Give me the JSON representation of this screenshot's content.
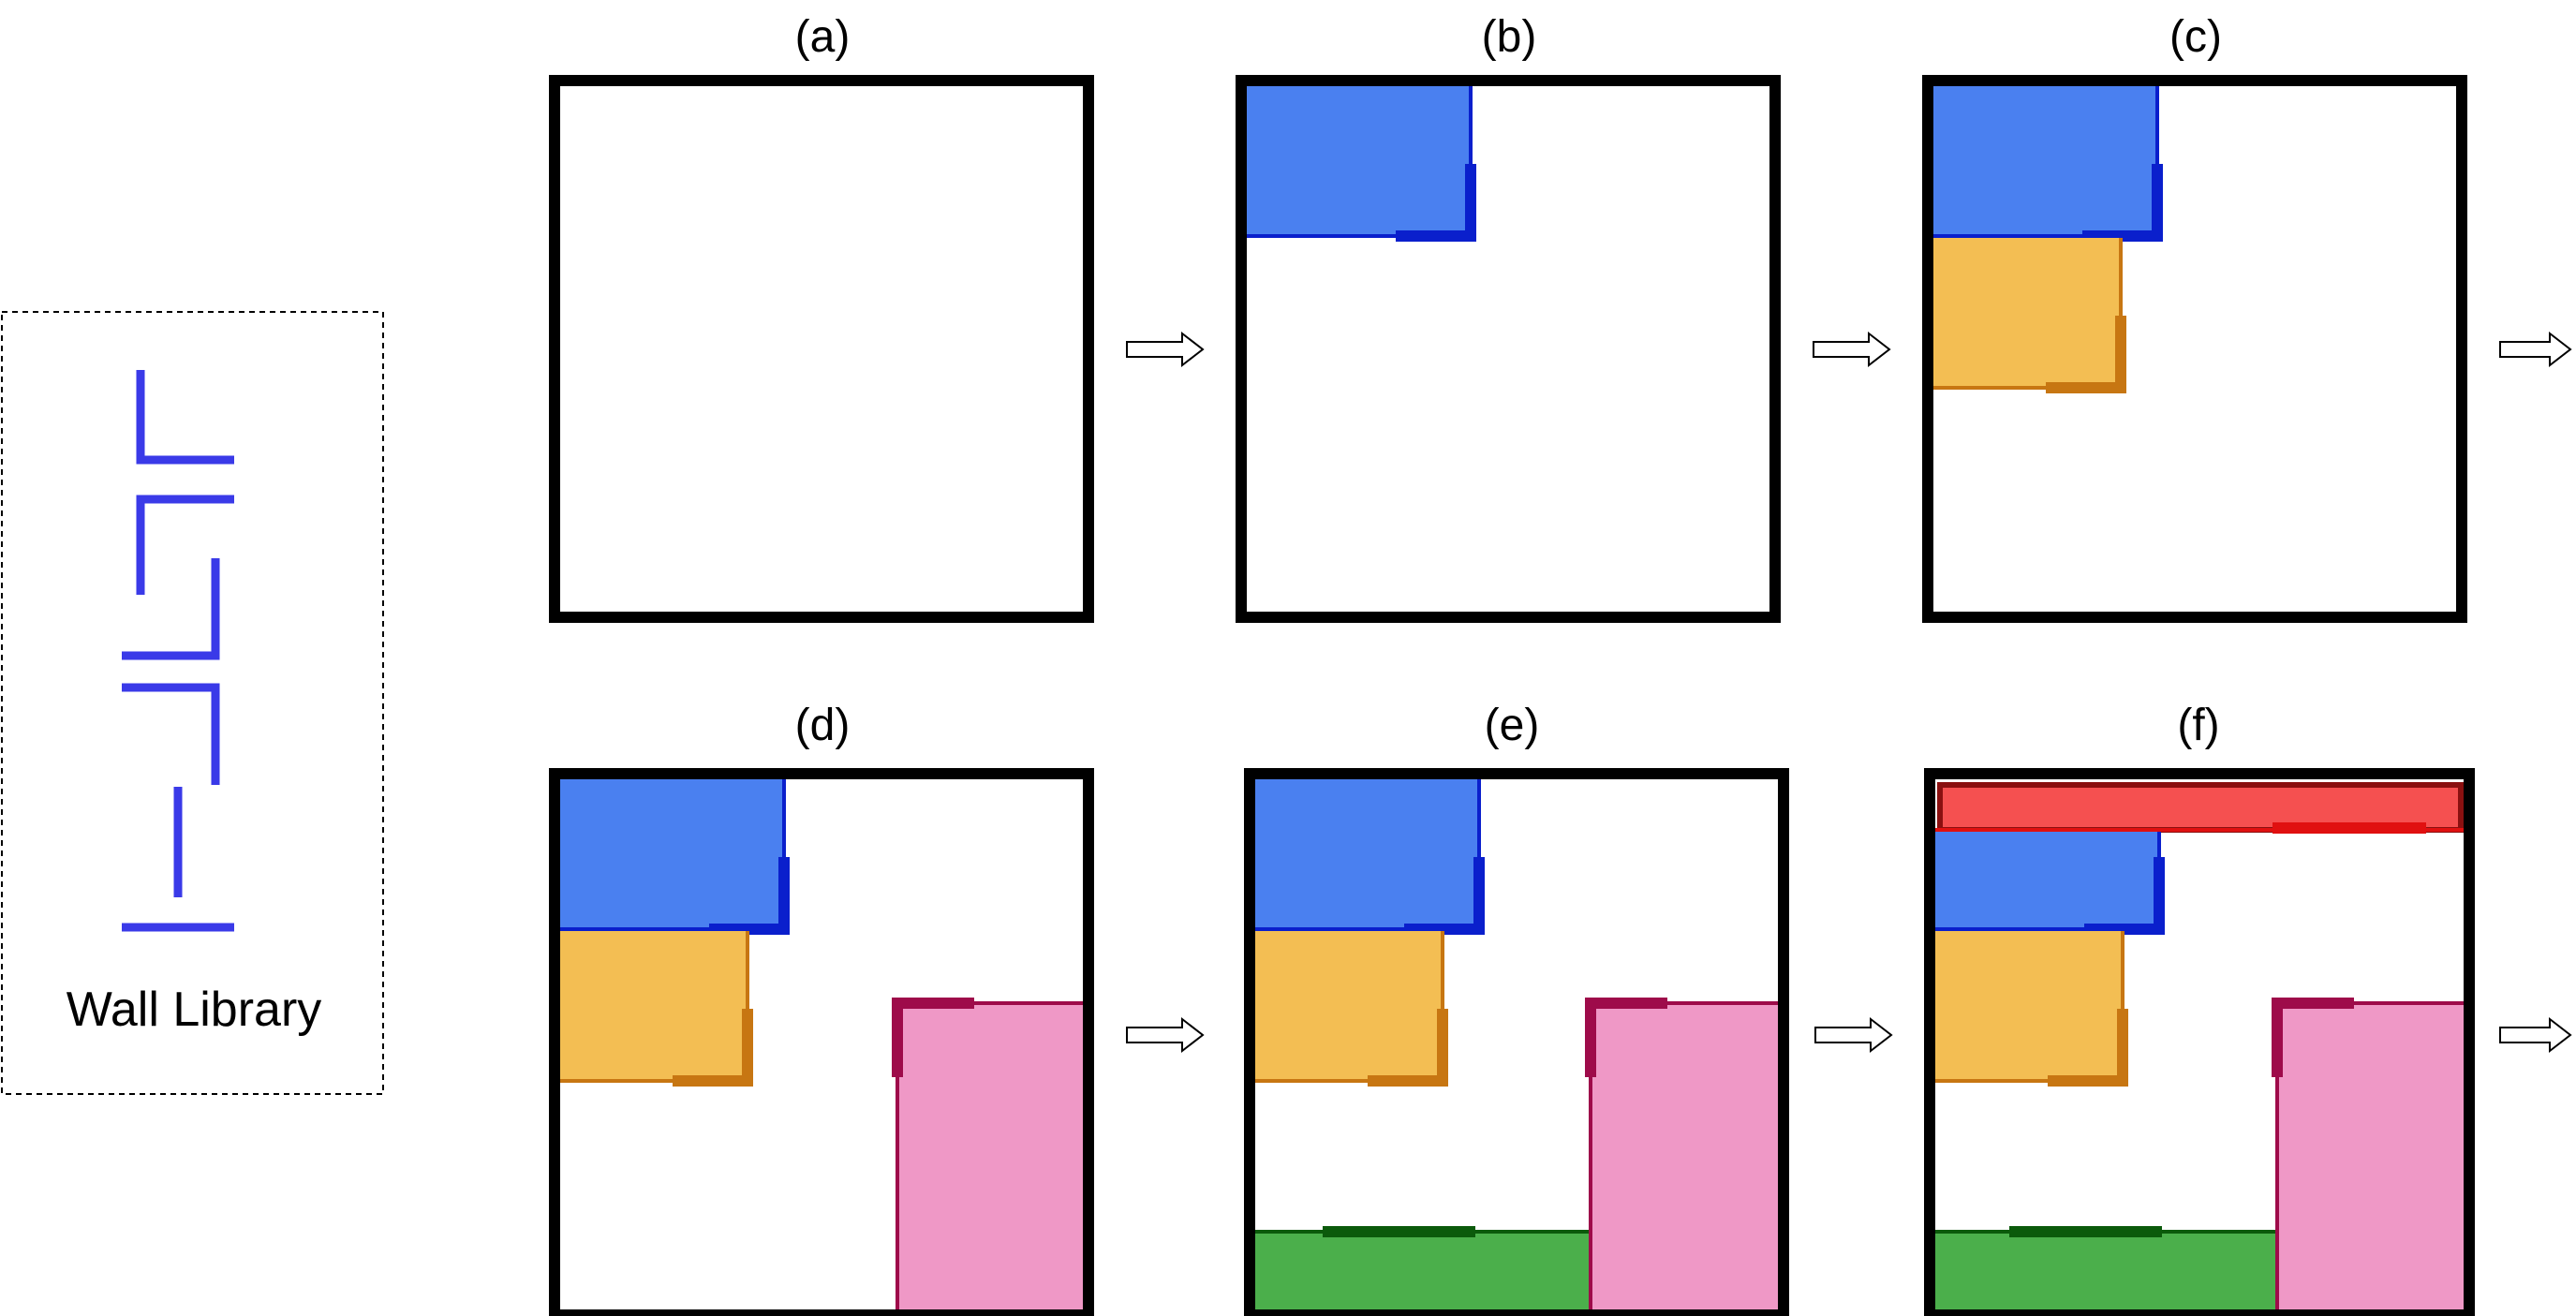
{
  "library": {
    "caption": "Wall Library"
  },
  "panels": [
    {
      "id": "a",
      "label": "(a)"
    },
    {
      "id": "b",
      "label": "(b)"
    },
    {
      "id": "c",
      "label": "(c)"
    },
    {
      "id": "d",
      "label": "(d)"
    },
    {
      "id": "e",
      "label": "(e)"
    },
    {
      "id": "f",
      "label": "(f)"
    }
  ],
  "colors": {
    "frame": "#000000",
    "library_wall": "#3a3ae8",
    "blue_fill": "#4a80f0",
    "blue_wall": "#0a1fcc",
    "yellow_fill": "#f3be53",
    "yellow_wall": "#c77612",
    "pink_fill": "#ef98c6",
    "pink_wall": "#9e0b4a",
    "green_fill": "#4baf4b",
    "green_wall": "#0b5a0b",
    "red_fill": "#f55050",
    "red_wall": "#e01010",
    "red_edge": "#8a1010"
  }
}
